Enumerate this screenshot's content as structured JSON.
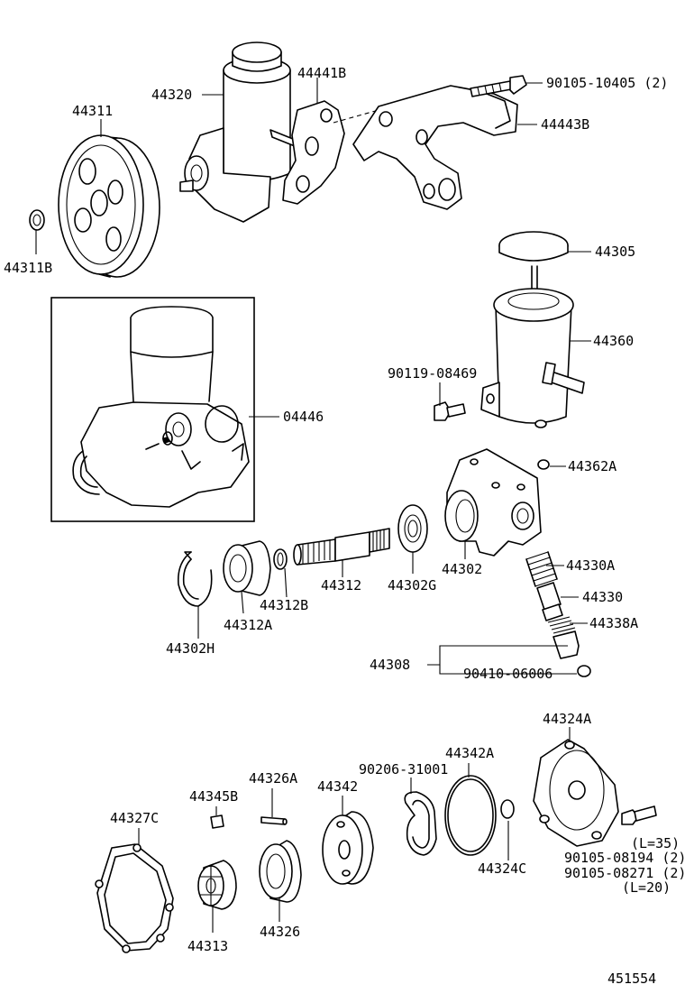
{
  "diagram_id": "451554",
  "parts": {
    "pulley": "44311",
    "pulley_nut": "44311B",
    "pump_assy": "44320",
    "bracket_a": "44441B",
    "bracket_bolt": "90105-10405 (2)",
    "bracket_b": "44443B",
    "reservoir_cap": "44305",
    "reservoir": "44360",
    "reservoir_bolt": "90119-08469",
    "kit": "04446",
    "oring_small": "44362A",
    "housing": "44302",
    "bearing": "44302G",
    "shaft": "44312",
    "snap_ring_b": "44312B",
    "bearing_a": "44312A",
    "snap_ring_h": "44302H",
    "spring": "44330A",
    "valve": "44330",
    "seal_ring": "44338A",
    "union_assy": "44308",
    "union_plug": "90410-06006",
    "cover": "44324A",
    "gasket_c": "90206-31001",
    "oring_large": "44342A",
    "cam_ring_plate": "44342",
    "oring_c": "44324C",
    "cover_bolt_l35": "(L=35)",
    "cover_bolt_1": "90105-08194 (2)",
    "cover_bolt_2": "90105-08271 (2)",
    "cover_bolt_l20": "(L=20)",
    "pin": "44326A",
    "vane": "44345B",
    "gasket": "44327C",
    "rotor": "44313",
    "cam_ring": "44326"
  }
}
